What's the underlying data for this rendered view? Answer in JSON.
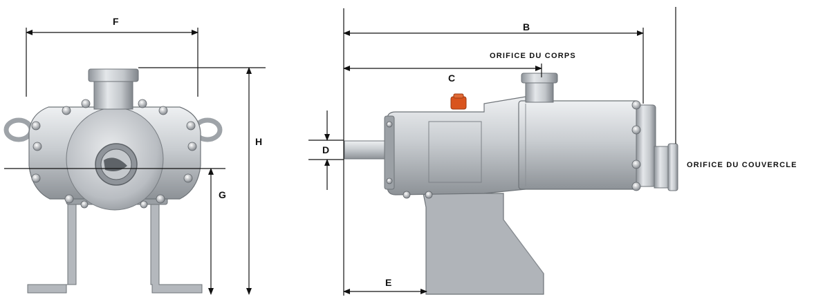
{
  "dimension_labels": {
    "f": "F",
    "h": "H",
    "g": "G",
    "b": "B",
    "c": "C",
    "d": "D",
    "e": "E"
  },
  "port_labels": {
    "body_port": "ORIFICE DU CORPS",
    "cover_port": "ORIFICE DU COUVERCLE"
  },
  "colors": {
    "steel_light": "#d9dcdf",
    "steel_mid": "#a9adb2",
    "steel_dark": "#6e7378",
    "accent_cap": "#d9541e"
  }
}
